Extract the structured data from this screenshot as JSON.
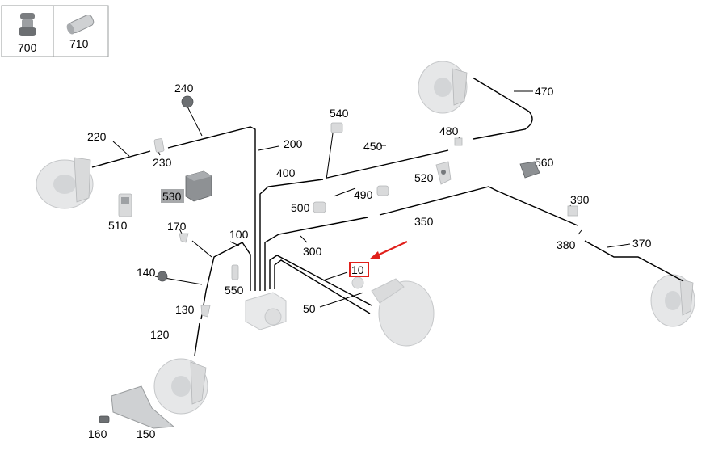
{
  "legend": {
    "items": [
      {
        "label": "700",
        "icon": "rubber-grommet-icon"
      },
      {
        "label": "710",
        "icon": "sleeve-icon"
      }
    ]
  },
  "callouts": {
    "c240": "240",
    "c220": "220",
    "c230": "230",
    "c530": "530",
    "c510": "510",
    "c200": "200",
    "c400": "400",
    "c540": "540",
    "c450": "450",
    "c480": "480",
    "c470": "470",
    "c520": "520",
    "c490": "490",
    "c500": "500",
    "c560": "560",
    "c390": "390",
    "c350": "350",
    "c380": "380",
    "c370": "370",
    "c170": "170",
    "c100": "100",
    "c300": "300",
    "c140": "140",
    "c550": "550",
    "c10": "10",
    "c130": "130",
    "c50": "50",
    "c120": "120",
    "c160": "160",
    "c150": "150"
  },
  "highlight": {
    "target": "10",
    "box_color": "#e0201b",
    "arrow_color": "#e0201b"
  },
  "colors": {
    "line": "#000000",
    "part_fill": "#d9dadb",
    "dark_part": "#6d7073",
    "label_530_bg": "#a7a9ab"
  }
}
